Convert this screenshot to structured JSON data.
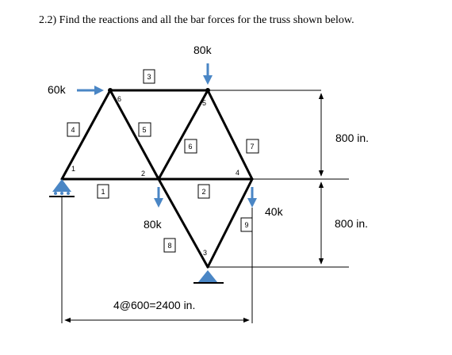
{
  "problem": {
    "text": "2.2) Find the reactions and all the bar forces for the truss shown below."
  },
  "loads": {
    "top": "80k",
    "left": "60k",
    "bottom": "80k",
    "right": "40k"
  },
  "dimensions": {
    "upper_height": "800 in.",
    "lower_height": "800 in.",
    "span": "4@600=2400 in."
  },
  "joints": {
    "j1": "1",
    "j2": "2",
    "j3": "3",
    "j4": "4",
    "j5": "5",
    "j6": "6"
  },
  "members": {
    "m1": "1",
    "m2": "2",
    "m3": "3",
    "m4": "4",
    "m5": "5",
    "m6": "6",
    "m7": "7",
    "m8": "8",
    "m9": "9"
  },
  "colors": {
    "load_arrow": "#4a86c5",
    "support": "#4a86c5",
    "member": "#000000"
  }
}
